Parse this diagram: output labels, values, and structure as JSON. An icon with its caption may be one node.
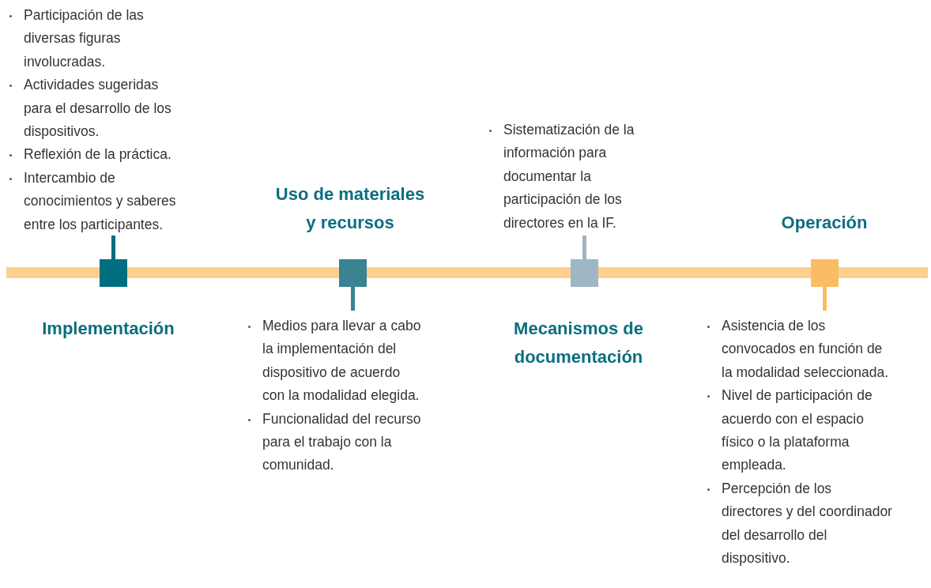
{
  "diagram": {
    "nodes": [
      {
        "text": [],
        "shape": "bar"
      },
      {
        "text": [],
        "shape": "box",
        "beside": [
          "Implementación",
          "Participación de las diversas figuras involucradas.",
          "Actividades sugeridas para el desarrollo de los dispositivos.",
          "Reflexión de la práctica.",
          "Intercambio de conocimientos y saberes entre los participantes."
        ]
      },
      {
        "text": [],
        "shape": "box",
        "beside": [
          "Uso de materiales y recursos",
          "Medios para llevar a cabo la implementación del dispositivo de acuerdo con la modalidad elegida.",
          "Funcionalidad del recurso para el trabajo con la comunidad."
        ]
      },
      {
        "text": [],
        "shape": "box",
        "beside": [
          "Mecanismos de documentación",
          "Sistematización de la información para documentar la participación de los directores en la IF."
        ]
      },
      {
        "text": [],
        "shape": "box",
        "beside": [
          "Operación",
          "Asistencia de los convocados en función de la modalidad seleccionada.",
          "Nivel de participación de acuerdo con el espacio físico o la plataforma empleada.",
          "Percepción de los directores y del coordinador del desarrollo del dispositivo."
        ]
      }
    ]
  }
}
